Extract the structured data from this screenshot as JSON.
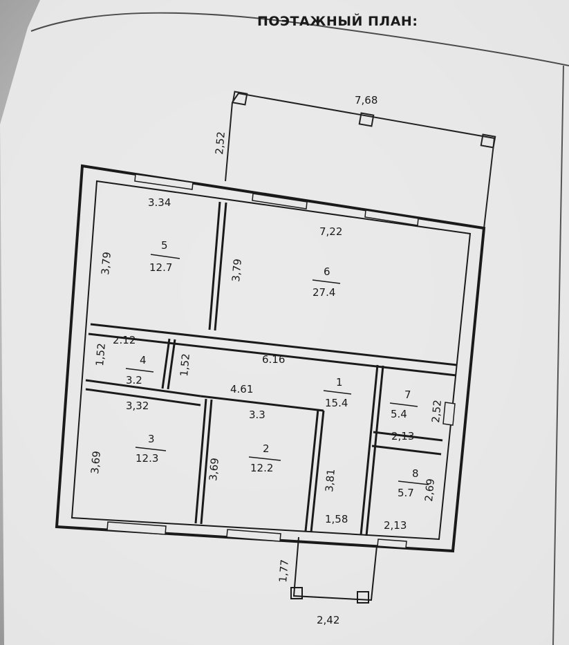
{
  "title": "ПОЭТАЖНЫЙ ПЛАН:",
  "rooms": [
    {
      "id": "r1",
      "number": "1",
      "area": "15.4"
    },
    {
      "id": "r2",
      "number": "2",
      "area": "12.2"
    },
    {
      "id": "r3",
      "number": "3",
      "area": "12.3"
    },
    {
      "id": "r4",
      "number": "4",
      "area": "3.2"
    },
    {
      "id": "r5",
      "number": "5",
      "area": "12.7"
    },
    {
      "id": "r6",
      "number": "6",
      "area": "27.4"
    },
    {
      "id": "r7",
      "number": "7",
      "area": "5.4"
    },
    {
      "id": "r8",
      "number": "8",
      "area": "5.7"
    }
  ],
  "dimensions": {
    "terrace_width": "7,68",
    "terrace_depth": "2,52",
    "r5_width": "3.34",
    "r5_height": "3,79",
    "r6_width": "7,22",
    "r6_height": "3,79",
    "r4_width": "2.12",
    "r4_height": "1,52",
    "corridor_height": "1,52",
    "corridor_length": "6.16",
    "corridor_short": "4.61",
    "r3_width": "3,32",
    "r3_height": "3,69",
    "r2_width": "3.3",
    "r2_height": "3,69",
    "r1_height": "3,81",
    "r1_bottom": "1,58",
    "r7_height": "2,52",
    "r8_top": "2,13",
    "r8_height": "2,69",
    "r8_bottom": "2,13",
    "porch_depth": "1,77",
    "porch_width": "2,42"
  }
}
